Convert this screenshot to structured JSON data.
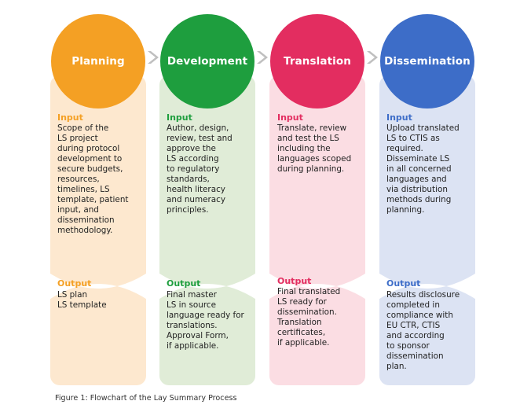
{
  "colors": {
    "planning": "#f4a024",
    "planning_bg": "#fde8cf",
    "development": "#1e9e3e",
    "development_bg": "#e0ecd7",
    "translation": "#e32d60",
    "translation_bg": "#fbdde3",
    "dissemination": "#3d6dc8",
    "dissemination_bg": "#dce3f3",
    "arrow": "#bfbfbf"
  },
  "stages": [
    {
      "title": "Planning",
      "input_label": "Input",
      "input_text": "Scope of the\nLS project\nduring protocol\ndevelopment to\nsecure budgets,\nresources,\ntimelines, LS\ntemplate, patient\ninput, and\ndissemination\nmethodology.",
      "output_label": "Output",
      "output_text": "LS plan\nLS template"
    },
    {
      "title": "Development",
      "input_label": "Input",
      "input_text": "Author, design,\nreview, test and\napprove the\nLS according\nto regulatory\nstandards,\nhealth literacy\nand numeracy\nprinciples.",
      "output_label": "Output",
      "output_text": "Final master\nLS in source\nlanguage ready for\ntranslations.\nApproval Form,\nif applicable."
    },
    {
      "title": "Translation",
      "input_label": "Input",
      "input_text": "Translate, review\nand test the LS\nincluding the\nlanguages scoped\nduring planning.",
      "output_label": "Output",
      "output_text": "Final translated\nLS ready for\ndissemination.\nTranslation\ncertificates,\nif applicable."
    },
    {
      "title": "Dissemination",
      "input_label": "Input",
      "input_text": "Upload translated\nLS to CTIS as\nrequired.\nDisseminate LS\nin all concerned\nlanguages and\nvia distribution\nmethods during\nplanning.",
      "output_label": "Output",
      "output_text": "Results disclosure\ncompleted in\ncompliance with\nEU CTR, CTIS\nand according\nto sponsor\ndissemination\nplan."
    }
  ],
  "caption": "Figure 1: Flowchart of the Lay Summary Process"
}
